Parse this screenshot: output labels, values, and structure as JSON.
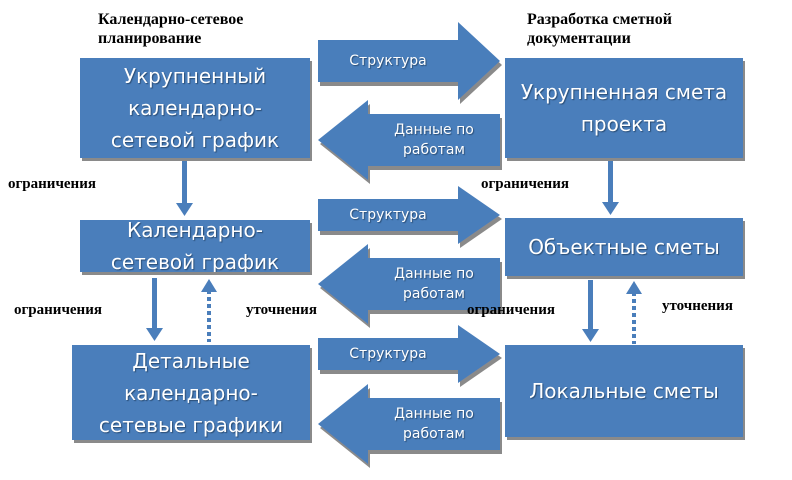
{
  "headings": {
    "left": "Календарно-сетевое\nпланирование",
    "right": "Разработка сметной\nдокументации"
  },
  "boxes": {
    "left_top": "Укрупненный\nкалендарно-\nсетевой график",
    "left_mid": "Календарно-\nсетевой график",
    "left_bottom": "Детальные\nкалендарно-\nсетевые графики",
    "right_top": "Укрупненная смета\nпроекта",
    "right_mid": "Объектные сметы",
    "right_bottom": "Локальные сметы"
  },
  "arrows": {
    "structure": "Структура",
    "work_data": "Данные по\nработам"
  },
  "labels": {
    "constraints": "ограничения",
    "refinements": "уточнения"
  },
  "colors": {
    "box_fill": "#4a7ebb",
    "shadow": "#8a8a8a"
  }
}
